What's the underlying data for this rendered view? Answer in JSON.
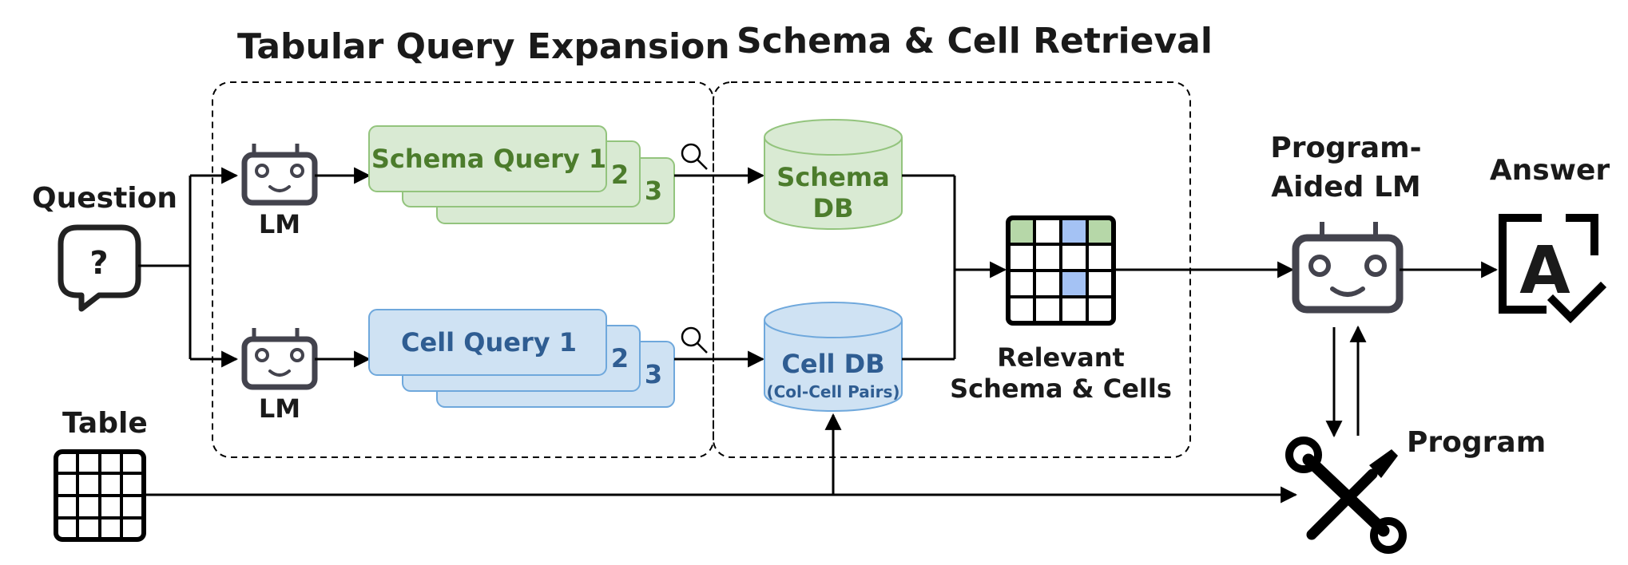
{
  "titles": {
    "expansion": "Tabular Query Expansion",
    "retrieval": "Schema & Cell Retrieval"
  },
  "inputs": {
    "question": "Question",
    "table": "Table"
  },
  "lm_label": "LM",
  "schema_queries": [
    "Schema Query 1",
    "2",
    "3"
  ],
  "cell_queries": [
    "Cell Query 1",
    "2",
    "3"
  ],
  "schema_db": [
    "Schema",
    "DB"
  ],
  "cell_db": {
    "title": "Cell DB",
    "subtitle": "(Col-Cell Pairs)"
  },
  "relevant": [
    "Relevant",
    "Schema & Cells"
  ],
  "program_lm": [
    "Program-",
    "Aided LM"
  ],
  "answer": "Answer",
  "program": "Program",
  "answer_glyph": "A",
  "question_glyph": "?",
  "colors": {
    "green_fill": "#d9ead3",
    "green_stroke": "#93c47d",
    "green_text": "#4c7c2c",
    "blue_fill": "#cfe2f3",
    "blue_stroke": "#6fa8dc",
    "blue_text": "#2f5d92",
    "dark": "#43434d"
  }
}
